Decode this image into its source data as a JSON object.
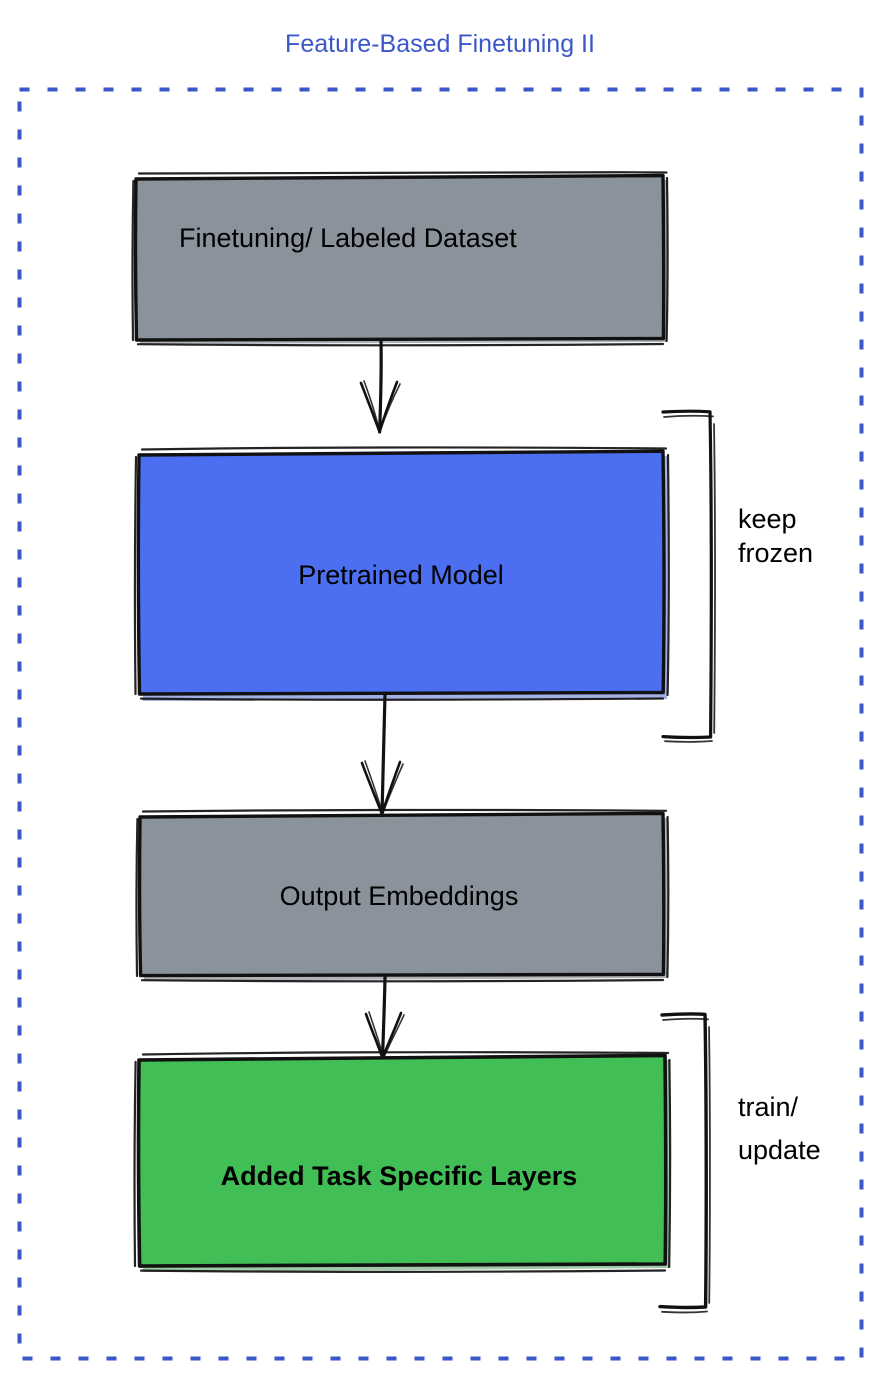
{
  "page": {
    "title": "Feature-Based Finetuning II",
    "title_color": "#3b57c9",
    "background": "#ffffff",
    "frame": {
      "style": "dashed",
      "color": "#3b57c9"
    }
  },
  "diagram": {
    "type": "flowchart",
    "orientation": "top-to-bottom",
    "nodes": [
      {
        "id": "dataset",
        "label": "Finetuning/ Labeled Dataset",
        "fill": "#8a929b",
        "stroke": "#111111",
        "text_align": "left",
        "bold": false
      },
      {
        "id": "pretrained",
        "label": "Pretrained Model",
        "fill": "#4c6ef0",
        "stroke": "#111111",
        "text_align": "center",
        "bold": false
      },
      {
        "id": "embeddings",
        "label": "Output Embeddings",
        "fill": "#8a929b",
        "stroke": "#111111",
        "text_align": "center",
        "bold": false
      },
      {
        "id": "task_layers",
        "label": "Added Task Specific Layers",
        "fill": "#41be55",
        "stroke": "#111111",
        "text_align": "center",
        "bold": true
      }
    ],
    "edges": [
      {
        "from": "dataset",
        "to": "pretrained",
        "arrow": "single"
      },
      {
        "from": "pretrained",
        "to": "embeddings",
        "arrow": "single"
      },
      {
        "from": "embeddings",
        "to": "task_layers",
        "arrow": "single"
      }
    ],
    "annotations": [
      {
        "id": "keep-frozen",
        "target": "pretrained",
        "lines": [
          "keep",
          "frozen"
        ],
        "bracket": "right"
      },
      {
        "id": "train-update",
        "target": "task_layers",
        "lines": [
          "train/",
          "update"
        ],
        "bracket": "right"
      }
    ]
  }
}
